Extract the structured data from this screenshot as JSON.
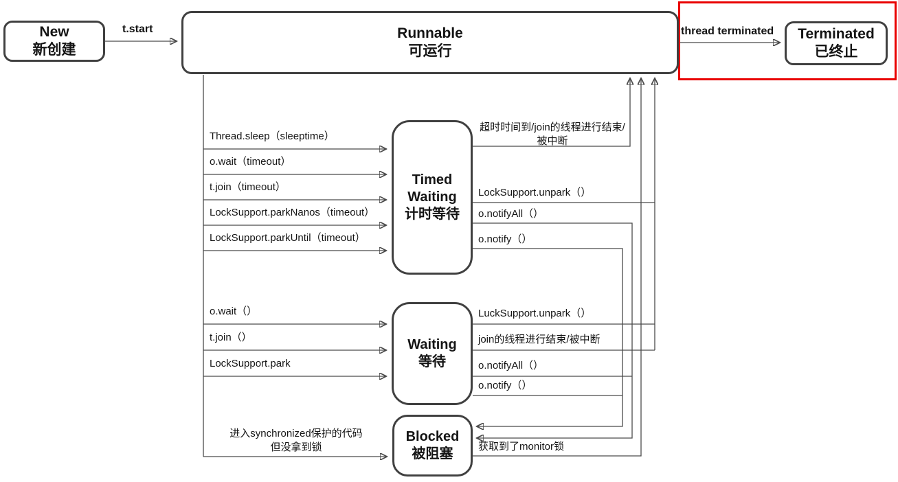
{
  "diagram": {
    "title_hint": "Java thread state transition diagram",
    "colors": {
      "box_border": "#404040",
      "line": "#4a4a4a",
      "text": "#141414",
      "highlight": "#e90000"
    },
    "states": {
      "new": {
        "en": "New",
        "zh": "新创建"
      },
      "runnable": {
        "en": "Runnable",
        "zh": "可运行"
      },
      "terminated": {
        "en": "Terminated",
        "zh": "已终止"
      },
      "timed_waiting": {
        "en1": "Timed",
        "en2": "Waiting",
        "zh": "计时等待"
      },
      "waiting": {
        "en": "Waiting",
        "zh": "等待"
      },
      "blocked": {
        "en": "Blocked",
        "zh": "被阻塞"
      }
    },
    "transitions": {
      "t_start": "t.start",
      "thread_terminated": "thread terminated",
      "thread_sleep": "Thread.sleep（sleeptime）",
      "o_wait_timeout": "o.wait（timeout）",
      "t_join_timeout": "t.join（timeout）",
      "park_nanos": "LockSupport.parkNanos（timeout）",
      "park_until": "LockSupport.parkUntil（timeout）",
      "timeout_return_line1": "超时时间到/join的线程进行结束/",
      "timeout_return_line2": "被中断",
      "unpark_timed": "LockSupport.unpark（）",
      "notify_all_timed": "o.notifyAll（）",
      "notify_timed": "o.notify（）",
      "o_wait": "o.wait（）",
      "t_join": "t.join（）",
      "lock_park": "LockSupport.park",
      "unpark_waiting": "LuckSupport.unpark（）",
      "join_end": "join的线程进行结束/被中断",
      "notify_all_waiting": "o.notifyAll（）",
      "notify_waiting": "o.notify（）",
      "enter_sync_line1": "进入synchronized保护的代码",
      "enter_sync_line2": "但没拿到锁",
      "monitor_lock": "获取到了monitor锁"
    }
  }
}
